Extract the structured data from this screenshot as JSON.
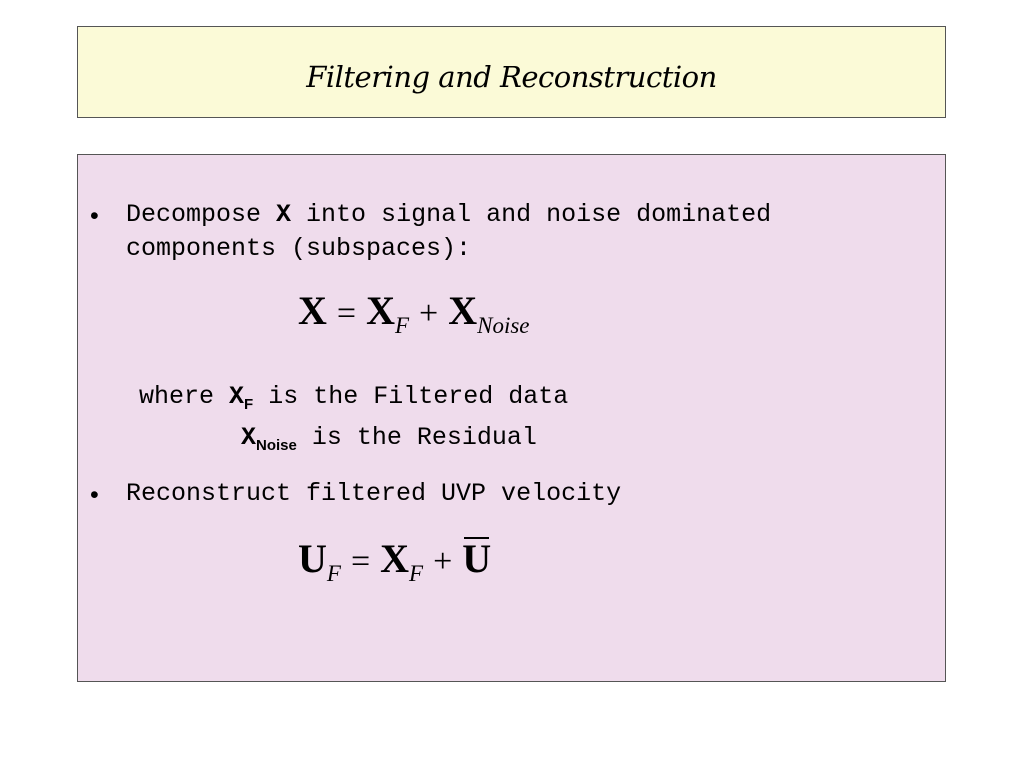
{
  "title": "Filtering and Reconstruction",
  "bullet_symbol": "•",
  "bullet1": {
    "text_before": "Decompose ",
    "symbol": "X",
    "text_after": " into signal and noise dominated",
    "line2": "components (subspaces):"
  },
  "equation1": {
    "lhs": "X",
    "eq": "=",
    "term1": "X",
    "term1_sub": "F",
    "plus": "+",
    "term2": "X",
    "term2_sub": "Noise"
  },
  "where_lines": {
    "where": "where ",
    "xf_symbol": "X",
    "xf_sub": "F",
    "xf_text": " is the Filtered data",
    "xnoise_symbol": "X",
    "xnoise_sub": "Noise",
    "xnoise_text": " is the Residual"
  },
  "bullet2": {
    "text": "Reconstruct filtered UVP velocity"
  },
  "equation2": {
    "lhs": "U",
    "lhs_sub": "F",
    "eq": "=",
    "term1": "X",
    "term1_sub": "F",
    "plus": "+",
    "term2": "U"
  }
}
